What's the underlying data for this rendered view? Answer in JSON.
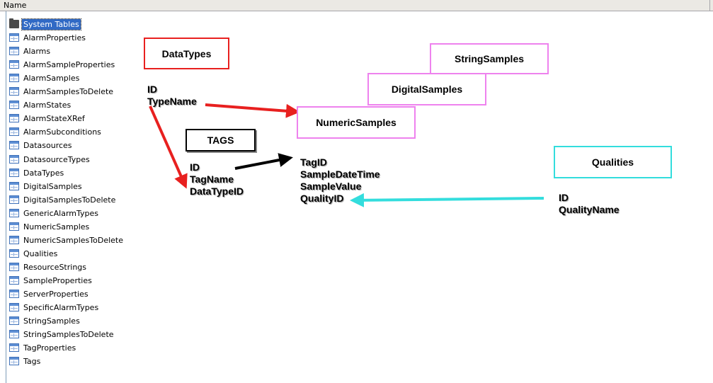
{
  "header": {
    "name_column": "Name"
  },
  "tree": {
    "folder": {
      "label": "System Tables",
      "icon": "folder-icon"
    },
    "items": [
      "AlarmProperties",
      "Alarms",
      "AlarmSampleProperties",
      "AlarmSamples",
      "AlarmSamplesToDelete",
      "AlarmStates",
      "AlarmStateXRef",
      "AlarmSubconditions",
      "Datasources",
      "DatasourceTypes",
      "DataTypes",
      "DigitalSamples",
      "DigitalSamplesToDelete",
      "GenericAlarmTypes",
      "NumericSamples",
      "NumericSamplesToDelete",
      "Qualities",
      "ResourceStrings",
      "SampleProperties",
      "ServerProperties",
      "SpecificAlarmTypes",
      "StringSamples",
      "StringSamplesToDelete",
      "TagProperties",
      "Tags"
    ]
  },
  "diagram": {
    "boxes": {
      "datatypes": "DataTypes",
      "tags": "TAGS",
      "stringsamples": "StringSamples",
      "digitalsamples": "DigitalSamples",
      "numericsamples": "NumericSamples",
      "qualities": "Qualities"
    },
    "datatypes_fields": [
      "ID",
      "TypeName"
    ],
    "tags_fields": [
      "ID",
      "TagName",
      "DataTypeID"
    ],
    "samples_fields": [
      "TagID",
      "SampleDateTime",
      "SampleValue",
      "QualityID"
    ],
    "qualities_fields": [
      "ID",
      "QualityName"
    ]
  },
  "colors": {
    "selection": "#316ac5",
    "red_arrow": "#e8201f",
    "black_arrow": "#000000",
    "cyan_arrow": "#33dddd",
    "pink_box": "#ee82ee"
  }
}
